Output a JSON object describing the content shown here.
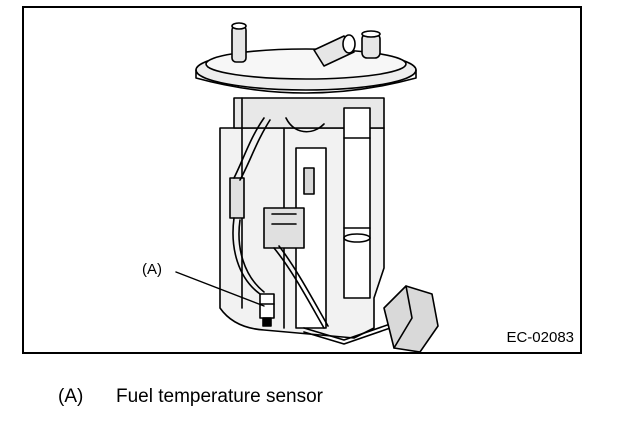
{
  "figure": {
    "callout": "(A)",
    "figure_code": "EC-02083"
  },
  "legend": [
    {
      "key": "(A)",
      "text": "Fuel temperature sensor"
    }
  ]
}
